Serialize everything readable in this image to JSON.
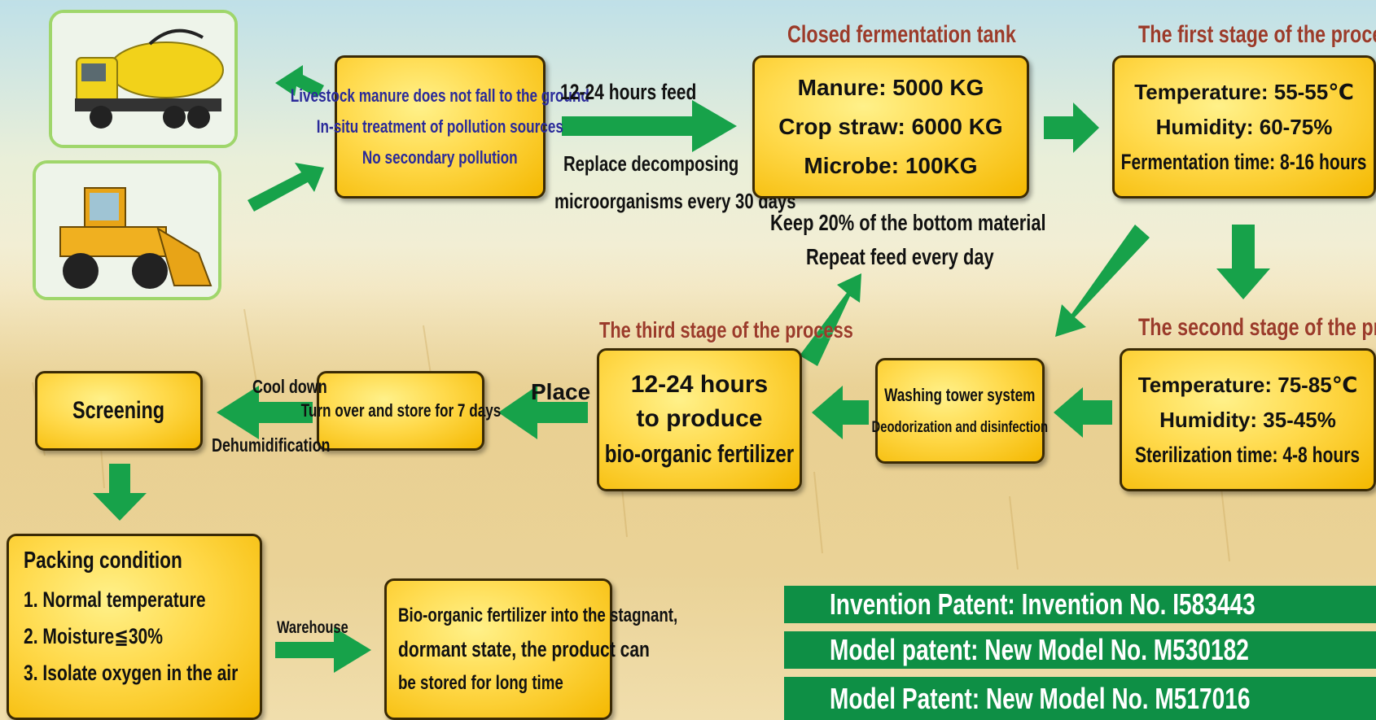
{
  "colors": {
    "box_fill": "#ffd94a",
    "box_border": "#3a2a05",
    "arrow": "#17a24a",
    "stage_title": "#9b3b2a",
    "patent_bg": "#0e8f45"
  },
  "images": {
    "truck": "tanker-truck-photo",
    "loader": "wheel-loader-photo"
  },
  "source_box": {
    "lines": [
      "Livestock manure does not fall to the ground",
      "In-situ treatment of pollution sources",
      "No secondary pollution"
    ]
  },
  "feed_arrow": {
    "label": "12-24 hours feed",
    "note_lines": [
      "Replace decomposing",
      "microorganisms every 30 days"
    ]
  },
  "tank": {
    "title": "Closed fermentation tank",
    "lines": [
      "Manure: 5000 KG",
      "Crop straw: 6000 KG",
      "Microbe: 100KG"
    ],
    "notes": [
      "Keep 20% of the bottom material",
      "Repeat feed every day"
    ]
  },
  "stage1": {
    "title": "The first stage of the process",
    "lines": [
      "Temperature: 55-55℃",
      "Humidity: 60-75%",
      "Fermentation time: 8-16 hours"
    ]
  },
  "stage2": {
    "title": "The second stage of the process",
    "lines": [
      "Temperature: 75-85℃",
      "Humidity: 35-45%",
      "Sterilization time: 4-8 hours"
    ]
  },
  "washing": {
    "lines": [
      "Washing tower system",
      "Deodorization and disinfection"
    ]
  },
  "stage3": {
    "title": "The third stage of the process",
    "lines": [
      "12-24 hours",
      "to produce",
      "bio-organic fertilizer"
    ]
  },
  "place_label": "Place",
  "turnover": {
    "text": "Turn over and store for 7 days"
  },
  "cool": {
    "top": "Cool down",
    "bottom": "Dehumidification"
  },
  "screening": {
    "text": "Screening"
  },
  "packing": {
    "title": "Packing condition",
    "items": [
      "1. Normal temperature",
      "2. Moisture≦30%",
      "3. Isolate oxygen in the air"
    ]
  },
  "warehouse_label": "Warehouse",
  "product": {
    "lines": [
      "Bio-organic fertilizer into the stagnant,",
      "dormant state, the product can",
      "be stored for long time"
    ]
  },
  "patents": [
    "Invention Patent: Invention No. I583443",
    "Model patent: New Model No. M530182",
    "Model Patent: New Model No. M517016"
  ]
}
